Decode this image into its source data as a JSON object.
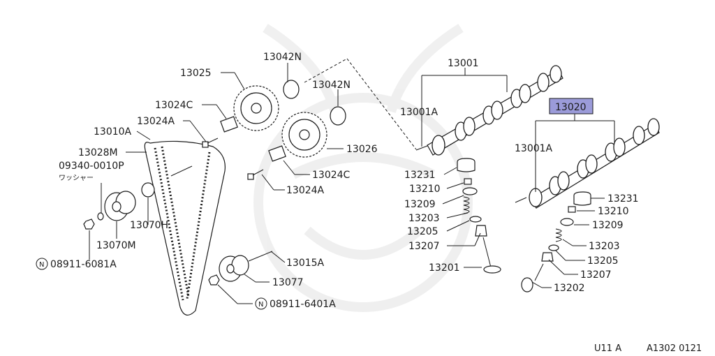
{
  "parts": {
    "p13001": "13001",
    "p13001A_top": "13001A",
    "p13001A_right": "13001A",
    "p13020": "13020",
    "p13042N_top": "13042N",
    "p13042N_mid": "13042N",
    "p13025": "13025",
    "p13024C_top": "13024C",
    "p13024A_top": "13024A",
    "p13010A": "13010A",
    "p13028M": "13028M",
    "p09340": "09340-0010P",
    "washer_jp": "ワッシャー",
    "p13026": "13026",
    "p13024C_bot": "13024C",
    "p13024A_bot": "13024A",
    "p13070H": "13070H",
    "p13070M": "13070M",
    "n08911_6081A": "08911-6081A",
    "p13015A": "13015A",
    "p13077": "13077",
    "n08911_6401A": "08911-6401A",
    "l13231": "13231",
    "l13210": "13210",
    "l13209": "13209",
    "l13203": "13203",
    "l13205": "13205",
    "l13207": "13207",
    "l13201": "13201",
    "r13231": "13231",
    "r13210": "13210",
    "r13209": "13209",
    "r13203": "13203",
    "r13205": "13205",
    "r13207": "13207",
    "r13202": "13202",
    "n_symbol": "N"
  },
  "footer": {
    "model": "U11 A",
    "code": "A1302 0121"
  },
  "colors": {
    "highlight": "#9b9bd9",
    "ink": "#1a1a1a"
  }
}
